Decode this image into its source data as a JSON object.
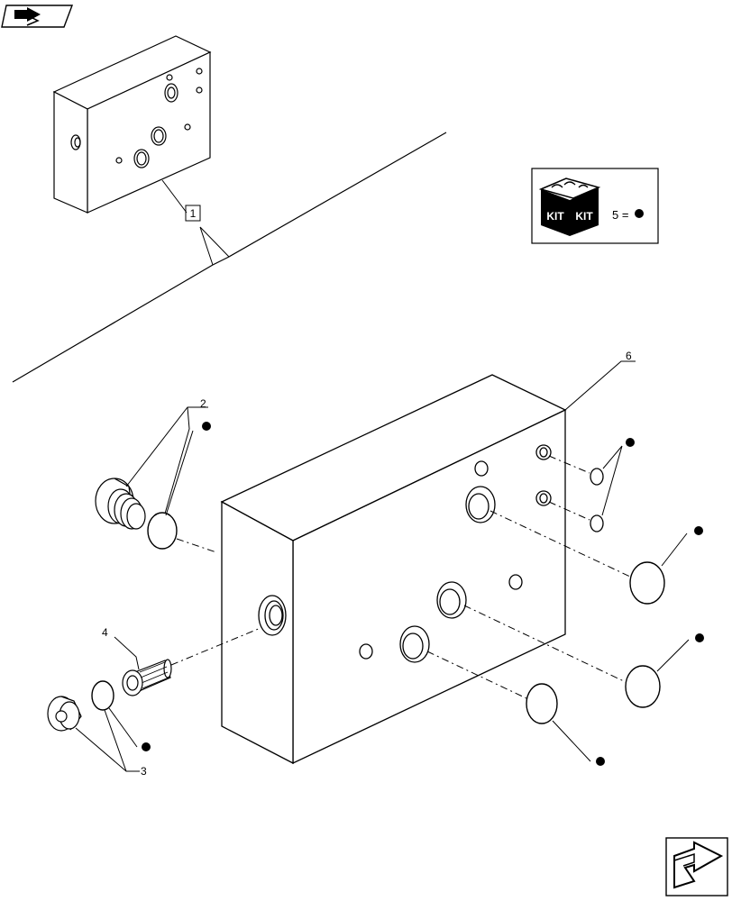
{
  "callouts": {
    "item_1": "1",
    "item_2": "2",
    "item_3": "3",
    "item_4": "4",
    "item_6": "6"
  },
  "kit_legend": {
    "kit_label_left": "KIT",
    "kit_label_right": "KIT",
    "equation": "5 ="
  },
  "icons": {
    "nav_top": "previous-page-arrow-icon",
    "nav_bottom": "next-page-arrow-icon",
    "kit_marker": "kit-dot-icon"
  }
}
